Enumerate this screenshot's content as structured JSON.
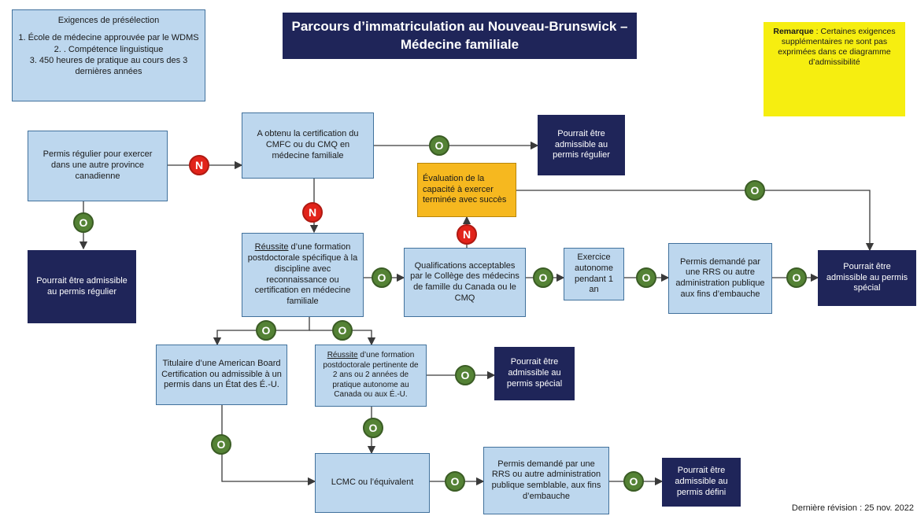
{
  "title": "Parcours d’immatriculation au Nouveau-Brunswick – Médecine familiale",
  "prescreen": {
    "heading": "Exigences de présélection",
    "items": [
      "1.   École de médecine approuvée par le WDMS",
      "2.   . Compétence linguistique",
      "3. 450 heures de pratique au cours des 3 dernières années"
    ]
  },
  "remark": {
    "label": "Remarque",
    "text": " : Certaines exigences supplémentaires ne sont pas exprimées dans ce diagramme d’admissibilité"
  },
  "nodes": {
    "permis_regulier_autre": "Permis régulier pour exercer dans une autre province canadienne",
    "certif_cmfc": "A obtenu la certification du CMFC ou du CMQ en médecine familiale",
    "admissible_regulier_1": "Pourrait être admissible au permis régulier",
    "admissible_regulier_2": "Pourrait être admissible au permis régulier",
    "evaluation": "Évaluation de la capacité à exercer terminée avec succès",
    "reussite_formation_underline": "Réussite",
    "reussite_formation_rest": " d’une formation postdoctorale spécifique à la discipline avec reconnaissance ou certification en médecine familiale",
    "qualifications": "Qualifications acceptables par le Collège des médecins de famille du Canada ou le CMQ",
    "exercice_autonome": "Exercice autonome pendant 1 an",
    "permis_rrs": "Permis demandé par une RRS ou autre administration publique aux fins d’embauche",
    "admissible_special_1": "Pourrait être admissible au permis spécial",
    "american_board": "Titulaire d’une American Board Certification ou admissible à un permis dans un État des É.-U.",
    "reussite_pertinente_underline": "Réussite",
    "reussite_pertinente_rest": " d’une formation postdoctorale pertinente de 2 ans ou 2 années de pratique autonome au Canada ou aux É.-U.",
    "admissible_special_2": "Pourrait être admissible au permis spécial",
    "lcmc": "LCMC ou l’équivalent",
    "permis_rrs_semblable": "Permis demandé par une RRS ou autre administration publique semblable, aux fins d’embauche",
    "admissible_defini": "Pourrait être admissible au permis défini"
  },
  "yes_label": "O",
  "no_label": "N",
  "footer": "Dernière révision : 25 nov. 2022",
  "colors": {
    "light_box": "#bdd7ee",
    "dark_box": "#1f2559",
    "yes_circle": "#548235",
    "no_circle": "#e2231a",
    "evaluation_box": "#f6b81f",
    "remark_box": "#f6ee10"
  }
}
